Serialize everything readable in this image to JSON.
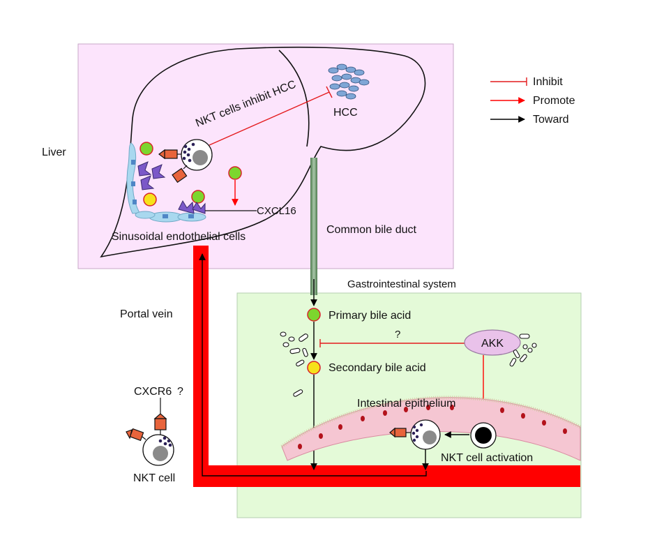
{
  "labels": {
    "liver": "Liver",
    "nkt_inhibit": "NKT cells inhibit HCC",
    "hcc": "HCC",
    "cxcl16": "CXCL16",
    "sinusoidal": "Sinusoidal endothelial cells",
    "common_bile_duct": "Common bile duct",
    "gi_system": "Gastrointestinal system",
    "portal_vein": "Portal vein",
    "primary_bile_acid": "Primary bile acid",
    "secondary_bile_acid": "Secondary bile acid",
    "question": "?",
    "akk": "AKK",
    "intestinal_epithelium": "Intestinal epithelium",
    "nkt_activation": "NKT cell activation",
    "cxcr6": "CXCR6",
    "cxcr6_q": "?",
    "nkt_cell": "NKT cell"
  },
  "legend": [
    {
      "label": "Inhibit",
      "kind": "inhibit"
    },
    {
      "label": "Promote",
      "kind": "promote"
    },
    {
      "label": "Toward",
      "kind": "toward"
    }
  ],
  "colors": {
    "liver_bg": "#fce4fc",
    "gi_bg": "#e4fad8",
    "vein": "#ff0000",
    "inhibit": "#e41a1c",
    "promote": "#ff0000",
    "toward": "#000000",
    "bile_duct": "#6b9a6b",
    "primary_acid": "#7cd62e",
    "secondary_acid": "#f6e21b",
    "akk_fill": "#e9c2ea",
    "receptor": "#e8643c",
    "endothelial": "#a9d8ef"
  }
}
